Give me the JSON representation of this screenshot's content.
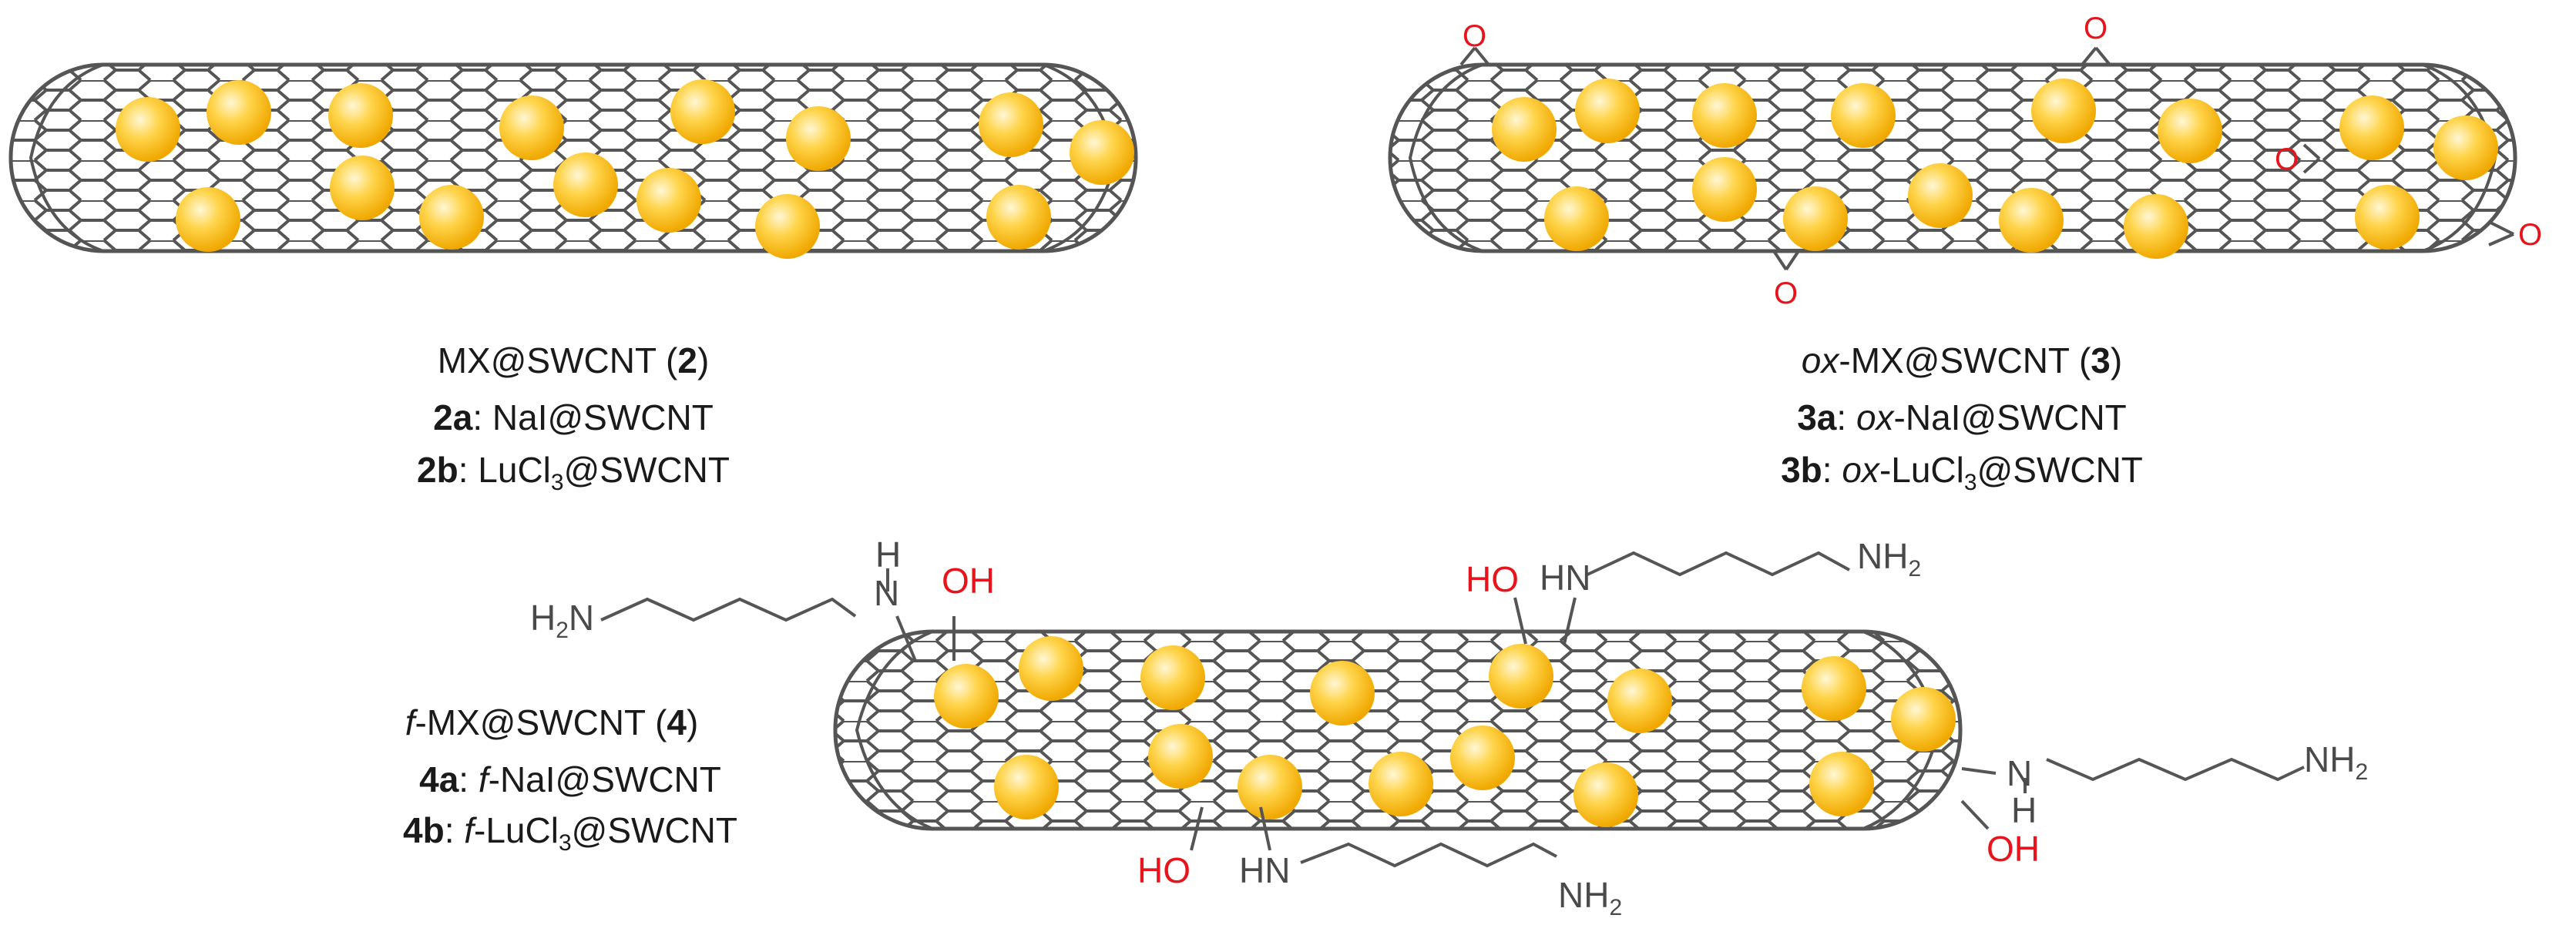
{
  "colors": {
    "tube_stroke": "#555555",
    "particle_fill": "#f7b800",
    "oxygen": "#e8141b",
    "label": "#1a1a1a",
    "amine_chain": "#555555"
  },
  "panels": [
    {
      "id": "pristine",
      "title_main": "MX@SWCNT (",
      "title_num": "2",
      "title_close": ")",
      "variants": [
        {
          "code": "2a",
          "sep": ": ",
          "name": "NaI@SWCNT",
          "name_pre": "",
          "name_sub": "",
          "name_post": ""
        },
        {
          "code": "2b",
          "sep": ": ",
          "name": "",
          "name_pre": "LuCl",
          "name_sub": "3",
          "name_post": "@SWCNT"
        }
      ]
    },
    {
      "id": "oxidised",
      "title_prefix": "ox",
      "title_main": "-MX@SWCNT (",
      "title_num": "3",
      "title_close": ")",
      "variants": [
        {
          "code": "3a",
          "sep": ": ",
          "prefix": "ox",
          "name": "-NaI@SWCNT"
        },
        {
          "code": "3b",
          "sep": ": ",
          "prefix": "ox",
          "name_pre": "-LuCl",
          "name_sub": "3",
          "name_post": "@SWCNT"
        }
      ]
    },
    {
      "id": "functionalised",
      "title_prefix": "f",
      "title_main": "-MX@SWCNT (",
      "title_num": "4",
      "title_close": ")",
      "variants": [
        {
          "code": "4a",
          "sep": ": ",
          "prefix": "f",
          "name": "-NaI@SWCNT"
        },
        {
          "code": "4b",
          "sep": ": ",
          "prefix": "f",
          "name_pre": "-LuCl",
          "name_sub": "3",
          "name_post": "@SWCNT"
        }
      ]
    }
  ],
  "atoms": {
    "oxygen": "O",
    "hydroxyl_right": "OH",
    "hydroxyl_left": "HO",
    "amine_h": "H",
    "amine_n": "N",
    "amine_hn": "HN",
    "nh2_main": "NH",
    "nh2_sub": "2",
    "h2n_pre": "H",
    "h2n_sub": "2",
    "h2n_post": "N"
  }
}
